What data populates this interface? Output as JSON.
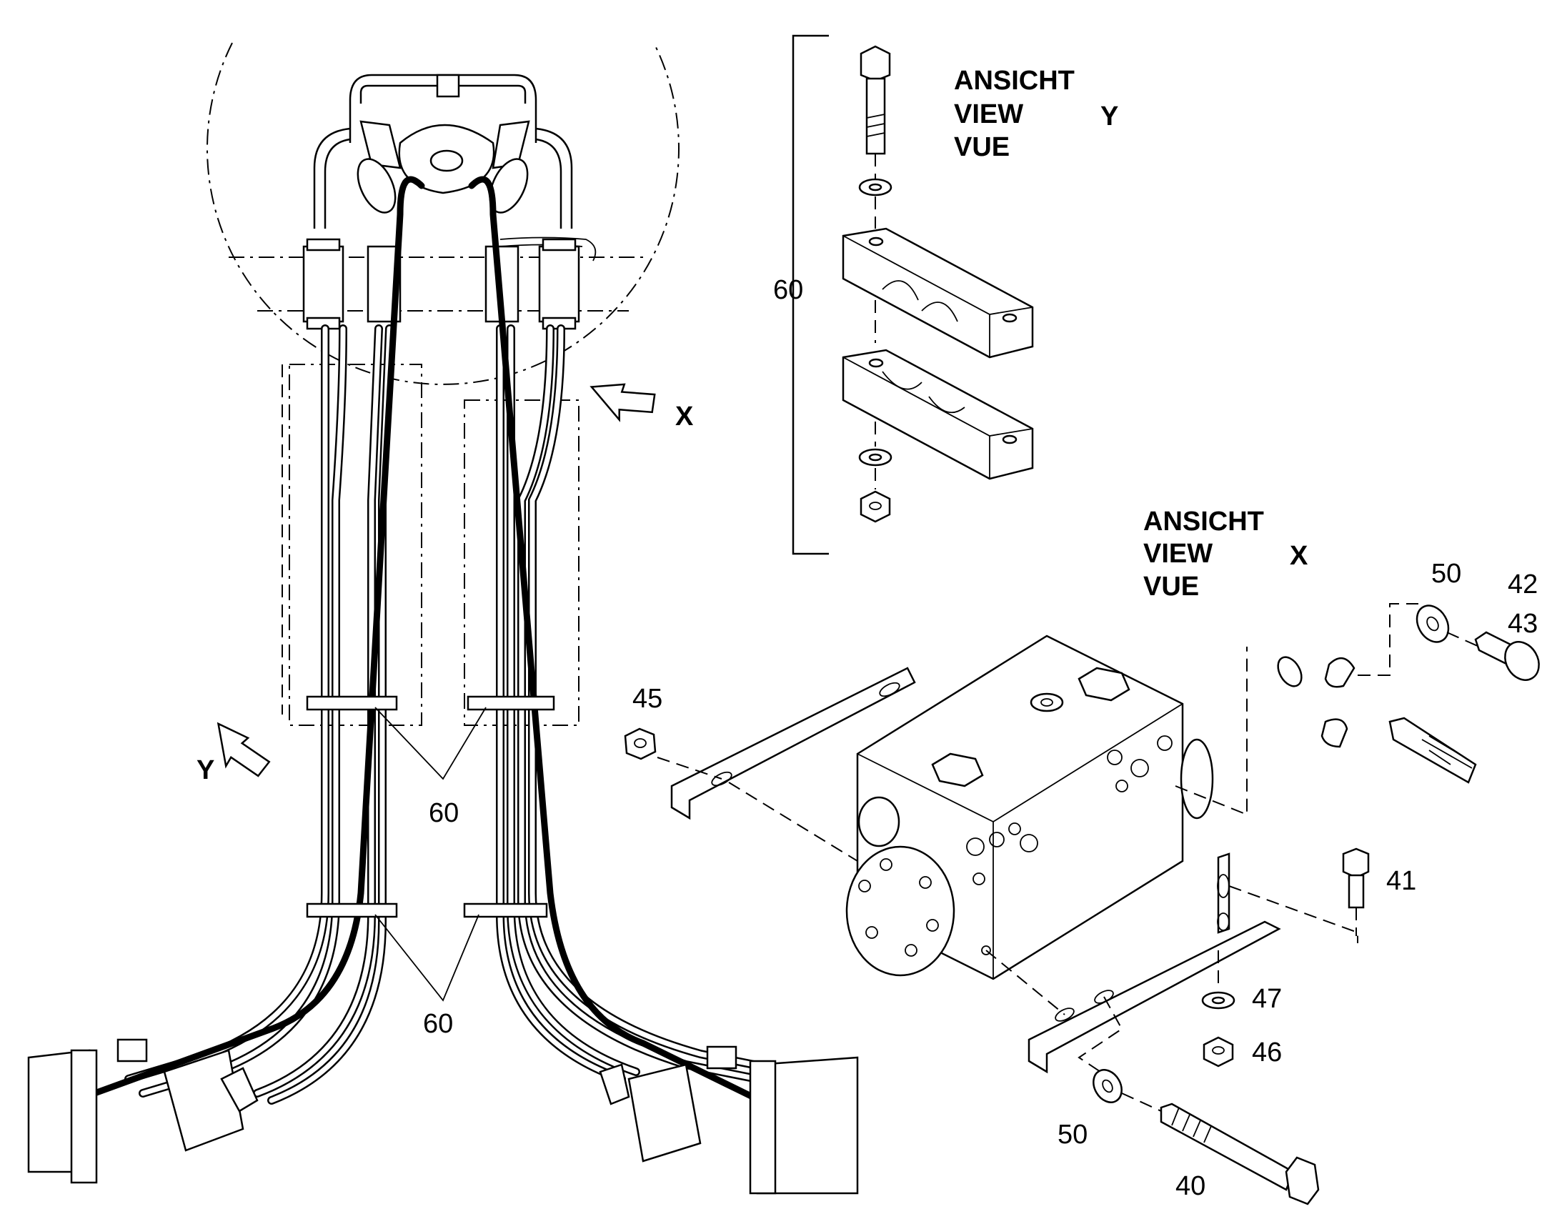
{
  "view_y": {
    "header": [
      "ANSICHT",
      "VIEW",
      "VUE"
    ],
    "letter": "Y",
    "bracket_label": "60"
  },
  "view_x": {
    "header": [
      "ANSICHT",
      "VIEW",
      "VUE"
    ],
    "letter": "X"
  },
  "main": {
    "arrow_x_label": "X",
    "arrow_y_label": "Y",
    "clamp_label_upper": "60",
    "clamp_label_lower": "60"
  },
  "parts": {
    "p40": "40",
    "p41": "41",
    "p42": "42",
    "p43": "43",
    "p45": "45",
    "p46": "46",
    "p47": "47",
    "p50_top": "50",
    "p50_bottom": "50"
  }
}
